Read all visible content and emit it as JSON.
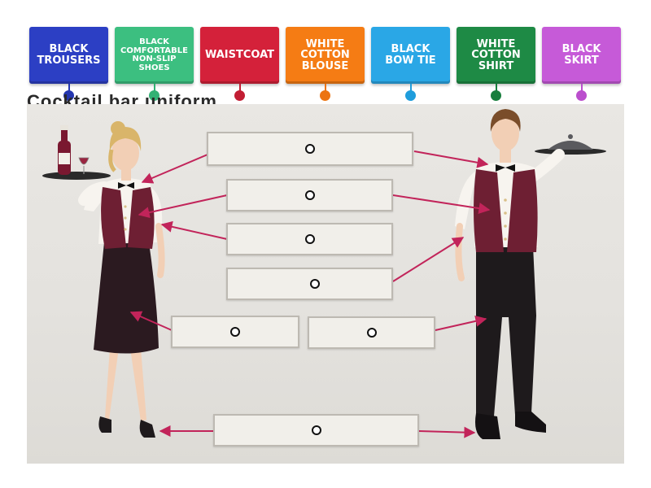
{
  "tiles": [
    {
      "id": "black-trousers",
      "label": "BLACK\nTROUSERS",
      "color": "#2c3fc4",
      "dot": "#2436b0",
      "size": 13
    },
    {
      "id": "black-comfortable-non-slip-shoes",
      "label": "BLACK\nCOMFORTABLE\nNON-SLIP\nSHOES",
      "color": "#3cbf80",
      "dot": "#33b174",
      "size": 10
    },
    {
      "id": "waistcoat",
      "label": "WAISTCOAT",
      "color": "#d4213a",
      "dot": "#c21d33",
      "size": 13
    },
    {
      "id": "white-cotton-blouse",
      "label": "WHITE\nCOTTON\nBLOUSE",
      "color": "#f57c14",
      "dot": "#ec7411",
      "size": 13
    },
    {
      "id": "black-bow-tie",
      "label": "BLACK\nBOW TIE",
      "color": "#2aa7e6",
      "dot": "#1f9ddc",
      "size": 13
    },
    {
      "id": "white-cotton-shirt",
      "label": "WHITE\nCOTTON\nSHIRT",
      "color": "#1e8a45",
      "dot": "#187e3d",
      "size": 13
    },
    {
      "id": "black-skirt",
      "label": "BLACK\nSKIRT",
      "color": "#c65ad8",
      "dot": "#bb4ecd",
      "size": 13
    }
  ],
  "heading_partial": "Cocktail bar uniform",
  "colors": {
    "arrow": "#c2245a",
    "tray": "#2a2a2a",
    "vest": "#6e1f33",
    "skin": "#f2cfb5",
    "hair_woman": "#d9b56a",
    "hair_man": "#7a4d2a",
    "shirt": "#f7f4ef",
    "dark": "#1e1a1c"
  }
}
